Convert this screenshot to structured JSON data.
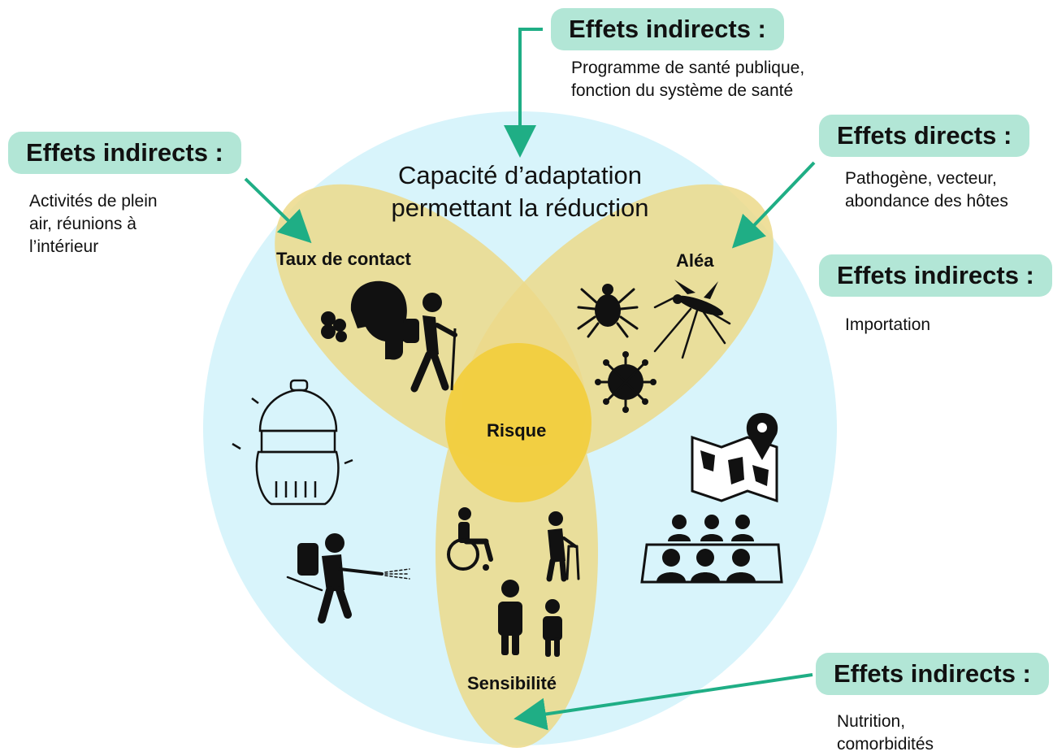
{
  "center_title": {
    "line1": "Capacité d’adaptation",
    "line2": "permettant la réduction"
  },
  "petals": {
    "contact": "Taux de contact",
    "hazard": "Aléa",
    "sensitivity": "Sensibilité",
    "risk": "Risque"
  },
  "effects": {
    "top": {
      "title": "Effets indirects :",
      "line1": "Programme de santé publique,",
      "line2": "fonction du système de santé"
    },
    "left": {
      "title": "Effets indirects :",
      "line1": "Activités de plein",
      "line2": "air, réunions à",
      "line3": "l’intérieur"
    },
    "right_direct": {
      "title": "Effets directs :",
      "line1": "Pathogène, vecteur,",
      "line2": "abondance des hôtes"
    },
    "right_indirect": {
      "title": "Effets indirects :",
      "line1": "Importation"
    },
    "bottom": {
      "title": "Effets indirects :",
      "line1": "Nutrition,",
      "line2": "comorbidités"
    }
  },
  "colors": {
    "outer_circle": "#d8f4fb",
    "petal": "#ecd98a",
    "overlap": "#e9cf63",
    "risk_center": "#f3cd3a",
    "label_box": "#b2e6d6",
    "arrow": "#1fae85"
  },
  "icons": [
    "breath-icon",
    "hiker-icon",
    "tick-icon",
    "mosquito-icon",
    "virus-icon",
    "bug-zapper-icon",
    "sprayer-icon",
    "map-pin-icon",
    "meeting-icon",
    "wheelchair-icon",
    "walker-icon",
    "adult-child-icon"
  ]
}
